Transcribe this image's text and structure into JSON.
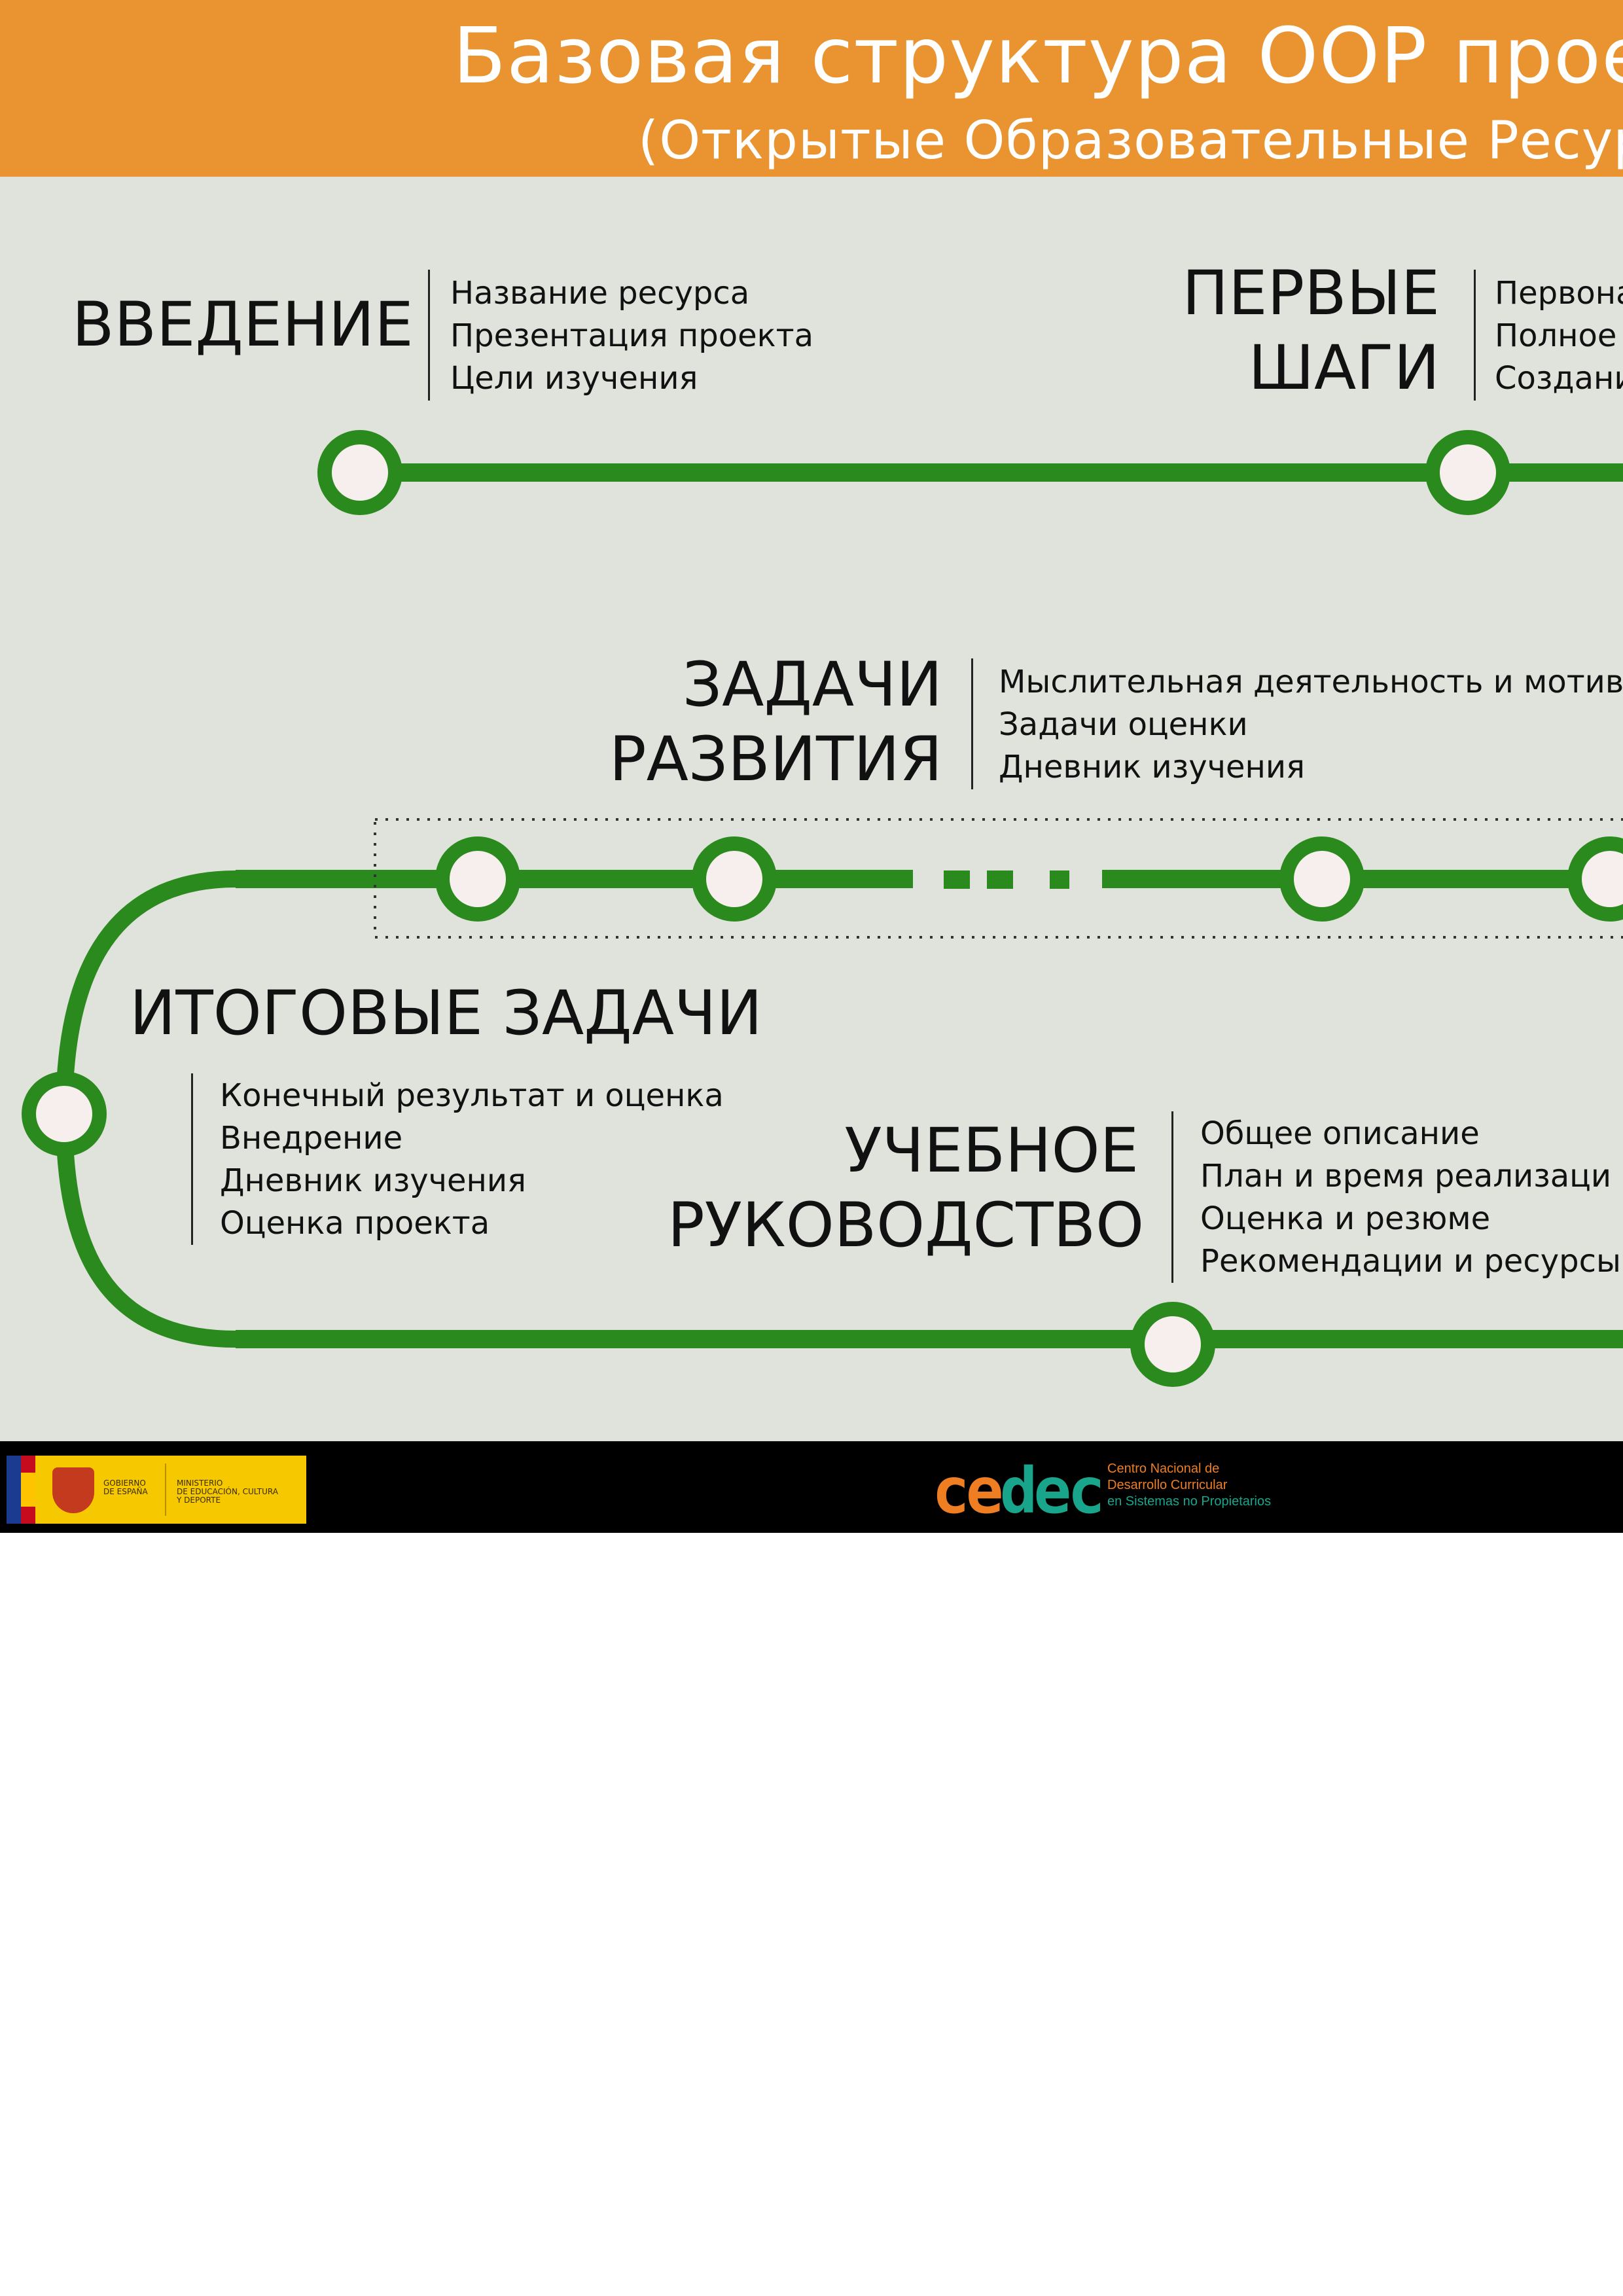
{
  "header": {
    "title": "Базовая структура ООР проект",
    "subtitle": "(Открытые Образовательные Ресурс"
  },
  "sections": {
    "intro": {
      "title": "ВВЕДЕНИЕ",
      "items": [
        "Название ресурса",
        "Презентация проекта",
        "Цели изучения"
      ]
    },
    "first_steps": {
      "title_line1": "ПЕРВЫЕ",
      "title_line2": "ШАГИ",
      "items": [
        "Первона",
        "Полное",
        "Создани"
      ]
    },
    "dev_tasks": {
      "title_line1": "ЗАДАЧИ",
      "title_line2": "РАЗВИТИЯ",
      "items": [
        "Мыслительная деятельность и мотив",
        "Задачи оценки",
        "Дневник изучения"
      ]
    },
    "final_tasks": {
      "title": "ИТОГОВЫЕ ЗАДАЧИ",
      "items": [
        "Конечный результат и оценка",
        "Внедрение",
        "Дневник изучения",
        "Оценка проекта"
      ]
    },
    "guide": {
      "title_line1": "УЧЕБНОЕ",
      "title_line2": "РУКОВОДСТВО",
      "items": [
        "Общее описание",
        "План и время реализаци",
        "Оценка и резюме",
        "Рекомендации и ресурсы"
      ]
    }
  },
  "colors": {
    "header_bg": "#e99430",
    "panel_bg": "#dfe3dc",
    "route": "#2b8a1e",
    "station_fill": "#f7eeee",
    "footer_bg": "#000000"
  },
  "footer": {
    "gov_label_1": "GOBIERNO",
    "gov_label_2": "DE ESPAÑA",
    "ministry_1": "MINISTERIO",
    "ministry_2": "DE EDUCACIÓN, CULTURA",
    "ministry_3": "Y DEPORTE",
    "cedec_logo_part1": "ce",
    "cedec_logo_part2": "dec",
    "cedec_line1": "Centro Nacional de",
    "cedec_line2": "Desarrollo Curricular",
    "cedec_line3": "en Sistemas no Propietarios"
  }
}
